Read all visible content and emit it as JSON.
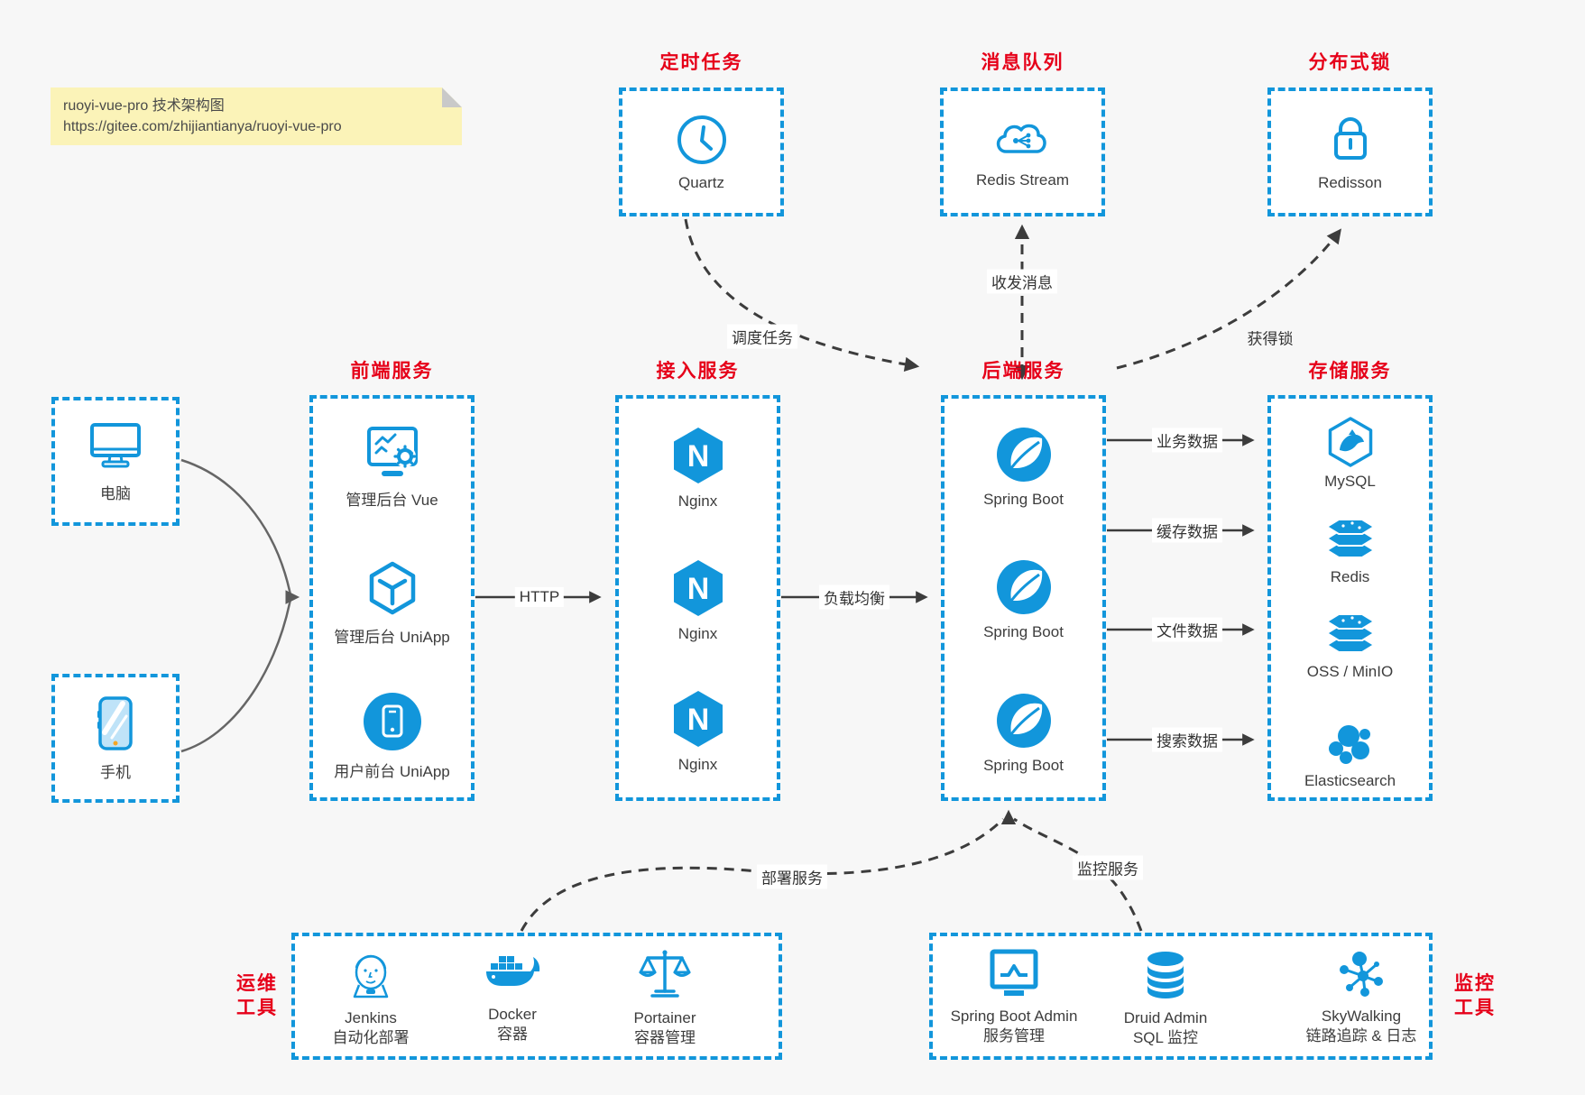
{
  "colors": {
    "accent_blue": "#1296db",
    "title_red": "#e60019",
    "arrow_dark": "#3c3c3c",
    "client_arrow_gray": "#666666",
    "note_bg": "#fbf3b8",
    "canvas_bg": "#f7f7f7"
  },
  "note": {
    "line1": "ruoyi-vue-pro 技术架构图",
    "line2": "https://gitee.com/zhijiantianya/ruoyi-vue-pro"
  },
  "top": {
    "scheduler": {
      "title": "定时任务",
      "label": "Quartz",
      "icon": "clock-icon"
    },
    "mq": {
      "title": "消息队列",
      "label": "Redis Stream",
      "icon": "cloud-share-icon"
    },
    "lock": {
      "title": "分布式锁",
      "label": "Redisson",
      "icon": "lock-icon"
    }
  },
  "clients": {
    "pc": {
      "label": "电脑",
      "icon": "desktop-icon"
    },
    "mobile": {
      "label": "手机",
      "icon": "mobile-icon"
    }
  },
  "frontend": {
    "title": "前端服务",
    "items": [
      {
        "label": "管理后台 Vue",
        "icon": "admin-vue-icon"
      },
      {
        "label": "管理后台 UniApp",
        "icon": "uniapp-cube-icon"
      },
      {
        "label": "用户前台 UniApp",
        "icon": "user-app-icon"
      }
    ]
  },
  "gateway": {
    "title": "接入服务",
    "items": [
      {
        "label": "Nginx",
        "icon": "nginx-icon"
      },
      {
        "label": "Nginx",
        "icon": "nginx-icon"
      },
      {
        "label": "Nginx",
        "icon": "nginx-icon"
      }
    ]
  },
  "backend": {
    "title": "后端服务",
    "items": [
      {
        "label": "Spring Boot",
        "icon": "spring-boot-icon"
      },
      {
        "label": "Spring Boot",
        "icon": "spring-boot-icon"
      },
      {
        "label": "Spring Boot",
        "icon": "spring-boot-icon"
      }
    ]
  },
  "storage": {
    "title": "存储服务",
    "items": [
      {
        "label": "MySQL",
        "icon": "mysql-icon"
      },
      {
        "label": "Redis",
        "icon": "redis-stack-icon"
      },
      {
        "label": "OSS / MinIO",
        "icon": "oss-stack-icon"
      },
      {
        "label": "Elasticsearch",
        "icon": "elasticsearch-icon"
      }
    ]
  },
  "ops": {
    "side_label_1": "运维",
    "side_label_2": "工具",
    "items": [
      {
        "label": "Jenkins",
        "sub": "自动化部署",
        "icon": "jenkins-icon"
      },
      {
        "label": "Docker",
        "sub": "容器",
        "icon": "docker-icon"
      },
      {
        "label": "Portainer",
        "sub": "容器管理",
        "icon": "portainer-icon"
      }
    ]
  },
  "monitor": {
    "side_label_1": "监控",
    "side_label_2": "工具",
    "items": [
      {
        "label": "Spring Boot Admin",
        "sub": "服务管理",
        "icon": "spring-boot-admin-icon"
      },
      {
        "label": "Druid Admin",
        "sub": "SQL 监控",
        "icon": "druid-database-icon"
      },
      {
        "label": "SkyWalking",
        "sub": "链路追踪 & 日志",
        "icon": "skywalking-icon"
      }
    ]
  },
  "edges": {
    "http": "HTTP",
    "load_balance": "负载均衡",
    "business": "业务数据",
    "cache": "缓存数据",
    "file": "文件数据",
    "search": "搜索数据",
    "schedule": "调度任务",
    "message": "收发消息",
    "acquire_lock": "获得锁",
    "deploy": "部署服务",
    "monitoring": "监控服务"
  }
}
